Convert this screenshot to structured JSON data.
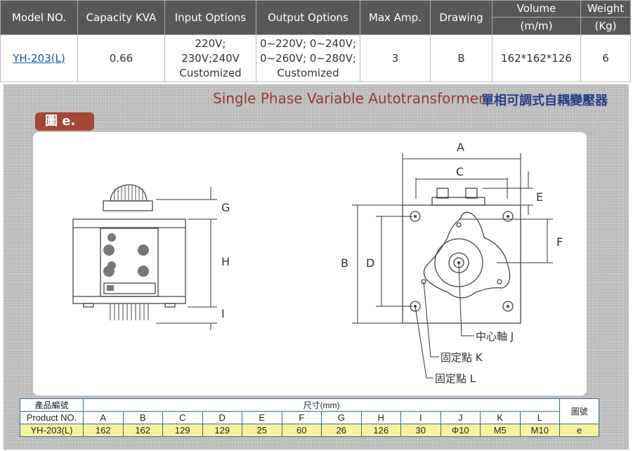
{
  "spec_table": {
    "headers": {
      "model": "Model NO.",
      "capacity": "Capacity KVA",
      "input": "Input Options",
      "output": "Output Options",
      "max_amp": "Max Amp.",
      "drawing": "Drawing",
      "volume_1": "Volume",
      "volume_2": "(m/m)",
      "weight_1": "Weight",
      "weight_2": "(Kg)"
    },
    "row": {
      "model": "YH-203(L)",
      "capacity": "0.66",
      "input_1": "220V;",
      "input_2": "230V;240V",
      "input_3": "Customized",
      "output_1": "0~220V; 0~240V;",
      "output_2": "0~260V; 0~280V;",
      "output_3": "Customized",
      "max_amp": "3",
      "drawing": "B",
      "volume": "162*162*126",
      "weight": "6"
    }
  },
  "drawing": {
    "title_en": "Single Phase Variable Autotransformer",
    "title_zh": "單相可調式自耦變壓器",
    "figure_label": "圖 e.",
    "labels": {
      "A": "A",
      "B": "B",
      "C": "C",
      "D": "D",
      "E": "E",
      "F": "F",
      "G": "G",
      "H": "H",
      "I": "I",
      "J": "中心軸  J",
      "K": "固定點  K",
      "L": "固定點  L"
    }
  },
  "dimension_table": {
    "product_zh": "產品編號",
    "size_zh": "尺寸(mm)",
    "figure_zh": "圖號",
    "product_en": "Product NO.",
    "columns": [
      "A",
      "B",
      "C",
      "D",
      "E",
      "F",
      "G",
      "H",
      "I",
      "J",
      "K",
      "L"
    ],
    "row": {
      "product": "YH-203(L)",
      "values": [
        "162",
        "162",
        "129",
        "129",
        "25",
        "60",
        "26",
        "126",
        "30",
        "Φ10",
        "M5",
        "M10"
      ],
      "figure": "e"
    }
  },
  "colors": {
    "header_bg": "#585858",
    "title_en": "#9a3b35",
    "title_zh": "#2a3f86",
    "figure_label_bg": "#a44735",
    "table_value_bg": "#f7f2a0"
  }
}
